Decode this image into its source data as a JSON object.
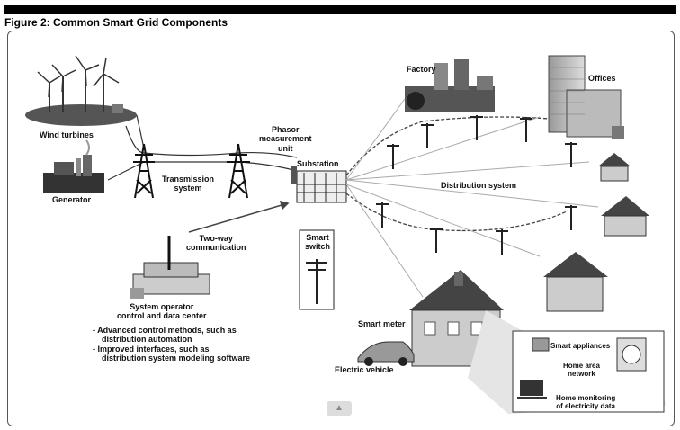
{
  "figure": {
    "title": "Figure 2: Common Smart Grid Components"
  },
  "labels": {
    "wind_turbines": "Wind turbines",
    "generator": "Generator",
    "transmission_line1": "Transmission",
    "transmission_line2": "system",
    "phasor_line1": "Phasor",
    "phasor_line2": "measurement",
    "phasor_line3": "unit",
    "substation": "Substation",
    "factory": "Factory",
    "offices": "Offices",
    "distribution_system": "Distribution system",
    "two_way_line1": "Two-way",
    "two_way_line2": "communication",
    "smart_switch_line1": "Smart",
    "smart_switch_line2": "switch",
    "operator_line1": "System operator",
    "operator_line2": "control and data center",
    "bullet1_line1": "- Advanced control methods, such as",
    "bullet1_line2": "distribution automation",
    "bullet2_line1": "- Improved interfaces, such as",
    "bullet2_line2": "distribution system modeling software",
    "smart_meter": "Smart meter",
    "electric_vehicle": "Electric vehicle",
    "smart_appliances": "Smart appliances",
    "home_area_line1": "Home area",
    "home_area_line2": "network",
    "home_monitor_line1": "Home monitoring",
    "home_monitor_line2": "of electricity data"
  },
  "icons": {
    "play": "play-icon"
  }
}
